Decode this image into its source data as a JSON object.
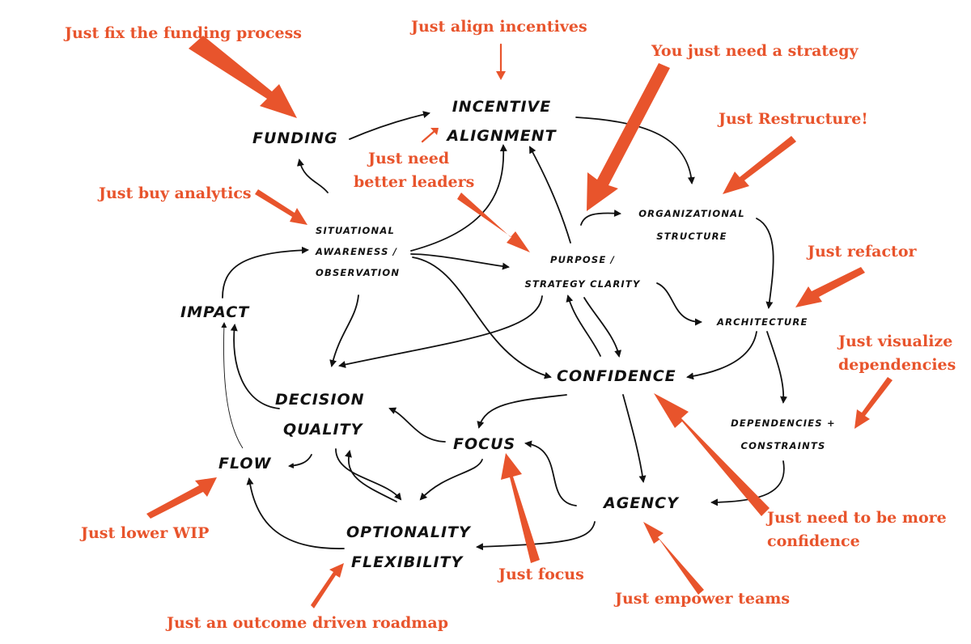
{
  "colors": {
    "ink": "#111111",
    "accent": "#e8542c",
    "background": "#ffffff"
  },
  "nodes": {
    "incentive_alignment": [
      "Incentive",
      "Alignment"
    ],
    "funding": "Funding",
    "organizational_structure": [
      "Organizational",
      "Structure"
    ],
    "situational_awareness": [
      "Situational",
      "Awareness /",
      "Observation"
    ],
    "purpose_strategy": [
      "Purpose /",
      "Strategy Clarity"
    ],
    "impact": "Impact",
    "architecture": "Architecture",
    "confidence": "Confidence",
    "decision_quality": [
      "Decision",
      "Quality"
    ],
    "dependencies_constraints": [
      "Dependencies +",
      "Constraints"
    ],
    "focus": "Focus",
    "flow": "Flow",
    "agency": "Agency",
    "optionality_flexibility": [
      "Optionality",
      "Flexibility"
    ]
  },
  "annotations": {
    "fix_funding": "Just fix the funding process",
    "align_incentives": "Just align incentives",
    "need_strategy": "You just need a strategy",
    "restructure": "Just Restructure!",
    "better_leaders": [
      "Just need",
      "better leaders"
    ],
    "buy_analytics": "Just buy analytics",
    "refactor": "Just refactor",
    "visualize_dependencies": [
      "Just visualize",
      "dependencies"
    ],
    "more_confidence": [
      "Just need to be more",
      "confidence"
    ],
    "lower_wip": "Just lower WIP",
    "focus": "Just focus",
    "empower_teams": "Just empower teams",
    "outcome_roadmap": "Just an outcome driven roadmap"
  }
}
